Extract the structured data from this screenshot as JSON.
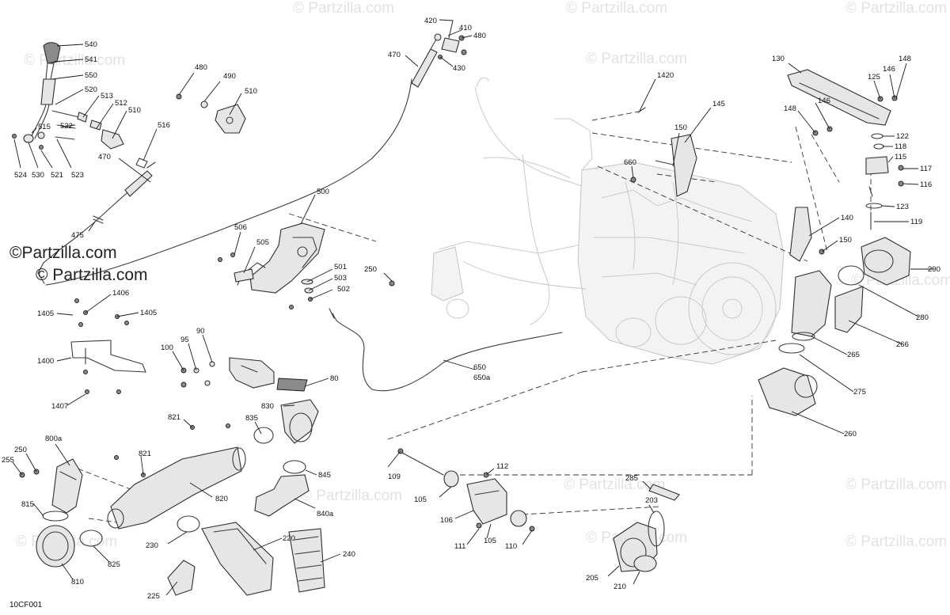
{
  "watermark": {
    "text": "© Partzilla.com",
    "prominent_text": "©Partzilla.com"
  },
  "diagram_code": "10CF001",
  "callouts": [
    "540",
    "541",
    "550",
    "520",
    "513",
    "512",
    "510",
    "515",
    "522",
    "516",
    "524",
    "530",
    "521",
    "523",
    "470",
    "475",
    "480",
    "490",
    "510",
    "470",
    "420",
    "410",
    "480",
    "430",
    "500",
    "506",
    "505",
    "501",
    "503",
    "502",
    "250",
    "1420",
    "145",
    "150",
    "660",
    "130",
    "125",
    "146",
    "148",
    "146",
    "148",
    "122",
    "118",
    "115",
    "117",
    "116",
    "123",
    "119",
    "140",
    "150",
    "290",
    "280",
    "266",
    "265",
    "275",
    "260",
    "1405",
    "1406",
    "1405",
    "1400",
    "1407",
    "100",
    "95",
    "90",
    "80",
    "830",
    "835",
    "821",
    "821",
    "845",
    "840a",
    "820",
    "800a",
    "250",
    "255",
    "815",
    "825",
    "810",
    "230",
    "220",
    "240",
    "225",
    "650",
    "650a",
    "109",
    "112",
    "105",
    "106",
    "105",
    "111",
    "110",
    "285",
    "203",
    "205",
    "210"
  ]
}
